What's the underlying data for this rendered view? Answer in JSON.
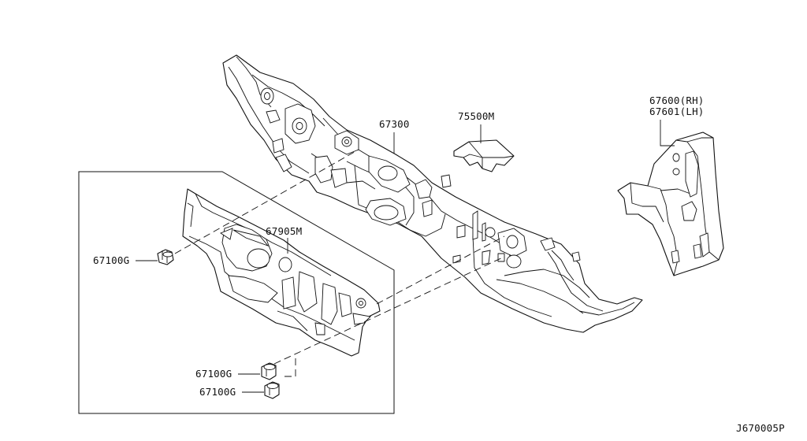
{
  "diagram": {
    "parts": [
      {
        "id": "dash-panel",
        "part_no": "67300"
      },
      {
        "id": "cover",
        "part_no": "75500M"
      },
      {
        "id": "side-panel",
        "part_no_rh": "67600(RH)",
        "part_no_lh": "67601(LH)"
      },
      {
        "id": "insulator",
        "part_no": "67905M"
      },
      {
        "id": "clip",
        "part_no": "67100G",
        "count": 3
      }
    ],
    "labels": {
      "dash_panel": "67300",
      "cover": "75500M",
      "side_rh": "67600(RH)",
      "side_lh": "67601(LH)",
      "insulator": "67905M",
      "clip_1": "67100G",
      "clip_2": "67100G",
      "clip_3": "67100G"
    },
    "diagram_code": "J670005P"
  }
}
